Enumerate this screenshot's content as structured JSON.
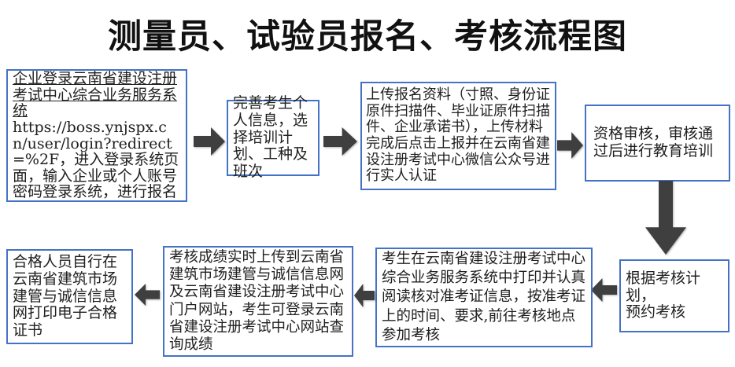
{
  "title": "测量员、试验员报名、考核流程图",
  "colors": {
    "box_border": "#4472c4",
    "arrow": "#3f3f3f",
    "body_text": "#202020",
    "title_text": "#111111"
  },
  "steps": {
    "step1": {
      "link": "企业登录云南省建设注册考试中心综合业务服务系统",
      "text": "\nhttps://boss.ynjspx.cn/user/login?redirect=%2F，进入登录系统页面，输入企业或个人账号密码登录系统，进行报名"
    },
    "step2": {
      "text": "完善考生个人信息，选择培训计划、工种及班次"
    },
    "step3": {
      "text": "上传报名资料（寸照、身份证原件扫描件、毕业证原件扫描件、企业承诺书），上传材料完成后点击上报并在云南省建设注册考试中心微信公众号进行实人认证"
    },
    "step4": {
      "text": "资格审核，审核通过后进行教育培训"
    },
    "step5": {
      "text": "根据考核计划，\n预约考核"
    },
    "step6": {
      "text": "考生在云南省建设注册考试中心综合业务服务系统中打印并认真阅读核对准考证信息，按准考证上的时间、要求,前往考核地点参加考核"
    },
    "step7": {
      "text": "考核成绩实时上传到云南省建筑市场建管与诚信信息网及云南省建设注册考试中心门户网站，考生可登录云南省建设注册考试中心网站查询成绩"
    },
    "step8": {
      "text": "合格人员自行在云南省建筑市场建管与诚信信息网打印电子合格证书"
    }
  }
}
